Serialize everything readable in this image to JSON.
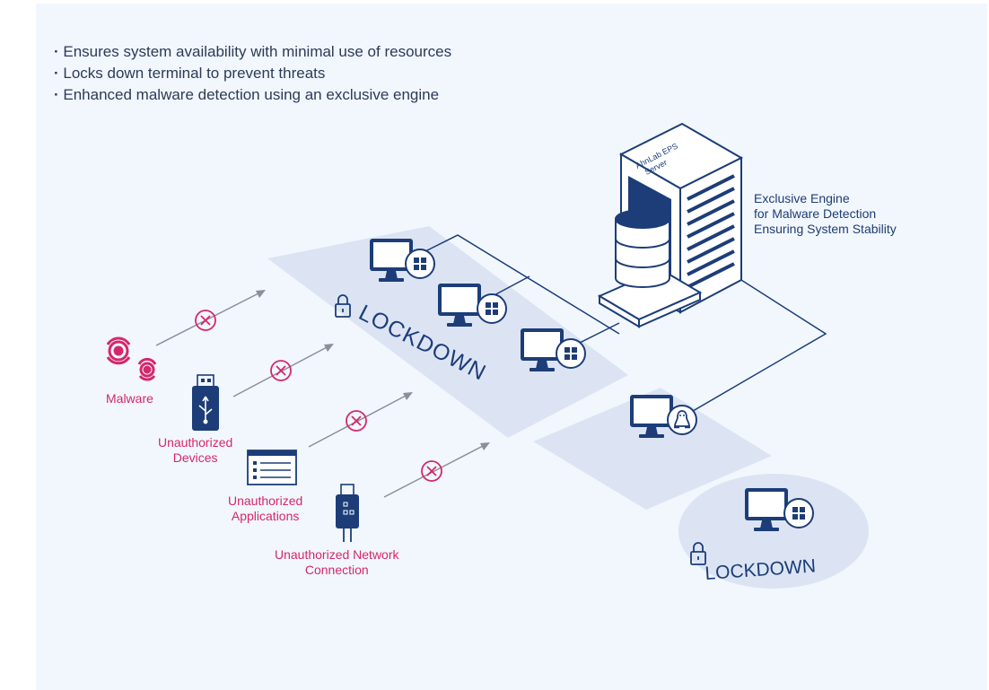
{
  "bullets": [
    "Ensures system availability with minimal use of resources",
    "Locks down terminal to prevent threats",
    "Enhanced malware detection using an exclusive engine"
  ],
  "threats": {
    "malware": "Malware",
    "devices": [
      "Unauthorized",
      "Devices"
    ],
    "applications": [
      "Unauthorized",
      "Applications"
    ],
    "network": [
      "Unauthorized Network",
      "Connection"
    ]
  },
  "server": {
    "caption": [
      "AhnLab EPS",
      "Server"
    ],
    "note": [
      "Exclusive Engine",
      "for Malware Detection",
      "Ensuring System Stability"
    ]
  },
  "lockdown_main": "LOCKDOWN",
  "lockdown_standalone": "LOCKDOWN",
  "colors": {
    "navy": "#1c3d78",
    "pink": "#d6276b",
    "zone": "#dce4f4",
    "panel": "#f1f7fd",
    "arrow": "#8a8f98"
  },
  "icons": [
    "biohazard-icon",
    "usb-icon",
    "app-window-icon",
    "network-dongle-icon",
    "windows-icon",
    "linux-icon",
    "lock-icon",
    "blocked-icon",
    "server-icon",
    "database-icon"
  ]
}
